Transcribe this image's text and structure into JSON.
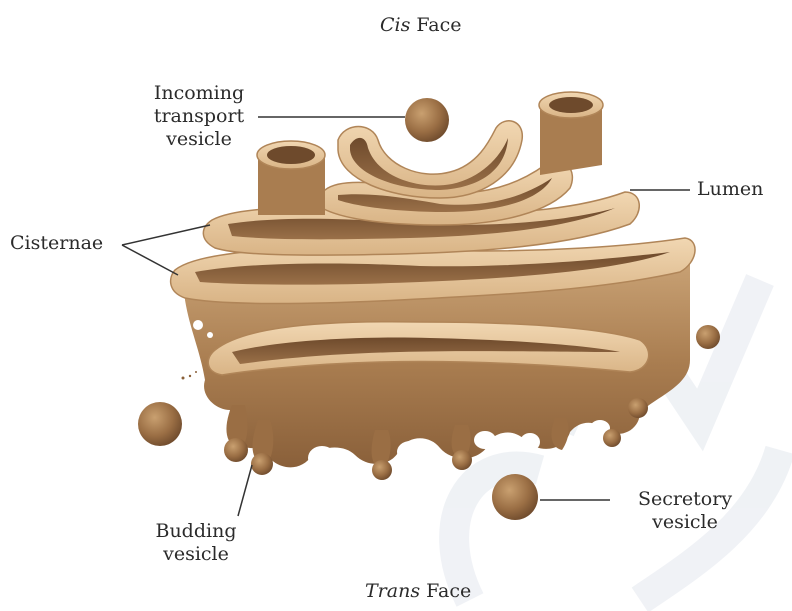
{
  "faces": {
    "cis_italic": "Cis",
    "cis_rest": " Face",
    "trans_italic": "Trans",
    "trans_rest": " Face"
  },
  "labels": {
    "incoming": [
      "Incoming",
      "transport",
      "vesicle"
    ],
    "lumen": "Lumen",
    "cisternae": "Cisternae",
    "budding": [
      "Budding",
      "vesicle"
    ],
    "secretory": [
      "Secretory",
      "vesicle"
    ]
  },
  "colors": {
    "membrane_light": "#e8c8a0",
    "membrane_mid": "#b08558",
    "membrane_dark": "#6e4a2c",
    "vesicle": "#9a6e44",
    "leader": "#333333"
  }
}
